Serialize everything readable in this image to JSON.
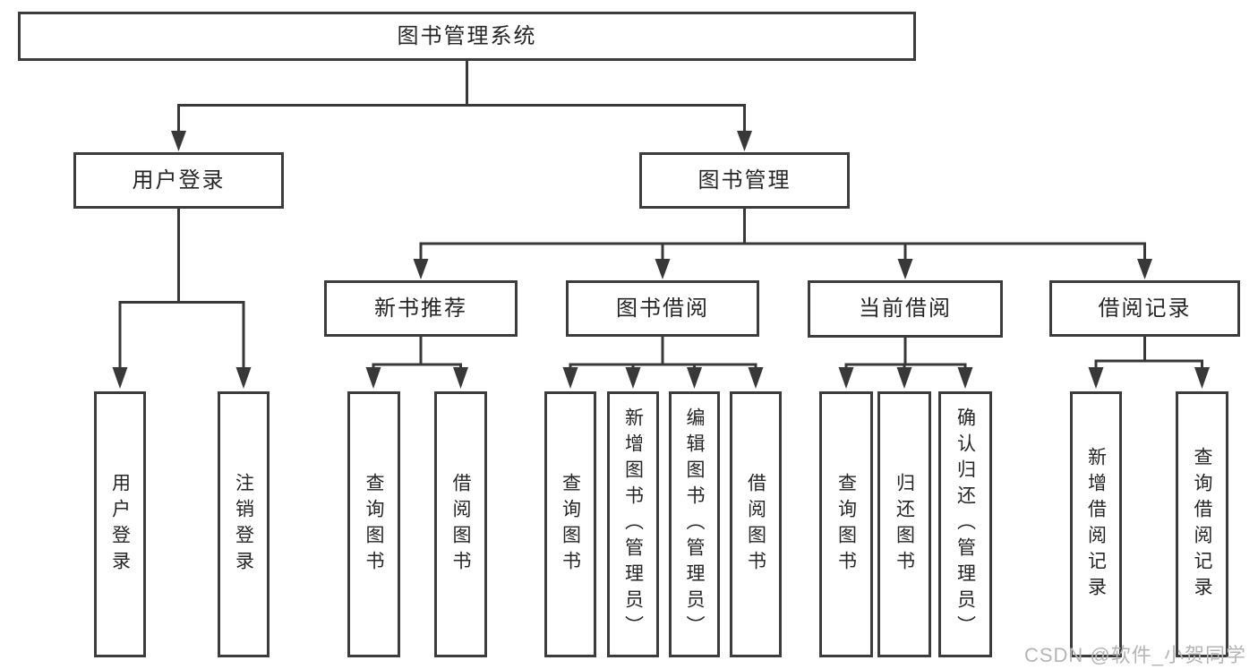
{
  "diagram_title": "图书管理系统",
  "nodes": {
    "root": {
      "label": "图书管理系统"
    },
    "user_login": {
      "label": "用户登录"
    },
    "book_management": {
      "label": "图书管理"
    },
    "new_book_recommend": {
      "label": "新书推荐"
    },
    "book_borrowing": {
      "label": "图书借阅"
    },
    "current_borrowing": {
      "label": "当前借阅"
    },
    "borrowing_records": {
      "label": "借阅记录"
    },
    "leaf_user_login": {
      "label": "用户登录"
    },
    "leaf_logout": {
      "label": "注销登录"
    },
    "leaf_query_books_1": {
      "label": "查询图书"
    },
    "leaf_borrow_books_1": {
      "label": "借阅图书"
    },
    "leaf_query_books_2": {
      "label": "查询图书"
    },
    "leaf_add_books": {
      "label": "新增图书（管理员）"
    },
    "leaf_edit_books": {
      "label": "编辑图书（管理员）"
    },
    "leaf_borrow_books_2": {
      "label": "借阅图书"
    },
    "leaf_query_books_3": {
      "label": "查询图书"
    },
    "leaf_return_books": {
      "label": "归还图书"
    },
    "leaf_confirm_return": {
      "label": "确认归还（管理员）"
    },
    "leaf_add_record": {
      "label": "新增借阅记录"
    },
    "leaf_query_record": {
      "label": "查询借阅记录"
    }
  },
  "hierarchy": {
    "图书管理系统": [
      "用户登录",
      "图书管理"
    ],
    "用户登录": [
      "用户登录",
      "注销登录"
    ],
    "图书管理": [
      "新书推荐",
      "图书借阅",
      "当前借阅",
      "借阅记录"
    ],
    "新书推荐": [
      "查询图书",
      "借阅图书"
    ],
    "图书借阅": [
      "查询图书",
      "新增图书（管理员）",
      "编辑图书（管理员）",
      "借阅图书"
    ],
    "当前借阅": [
      "查询图书",
      "归还图书",
      "确认归还（管理员）"
    ],
    "借阅记录": [
      "新增借阅记录",
      "查询借阅记录"
    ]
  },
  "watermark": {
    "text": "CSDN @软件_小贺同学"
  },
  "colors": {
    "line": "#383838",
    "box_border": "#3c3c3c",
    "box_fill": "#ffffff",
    "text": "#262626",
    "watermark": "#b5b5b5"
  }
}
